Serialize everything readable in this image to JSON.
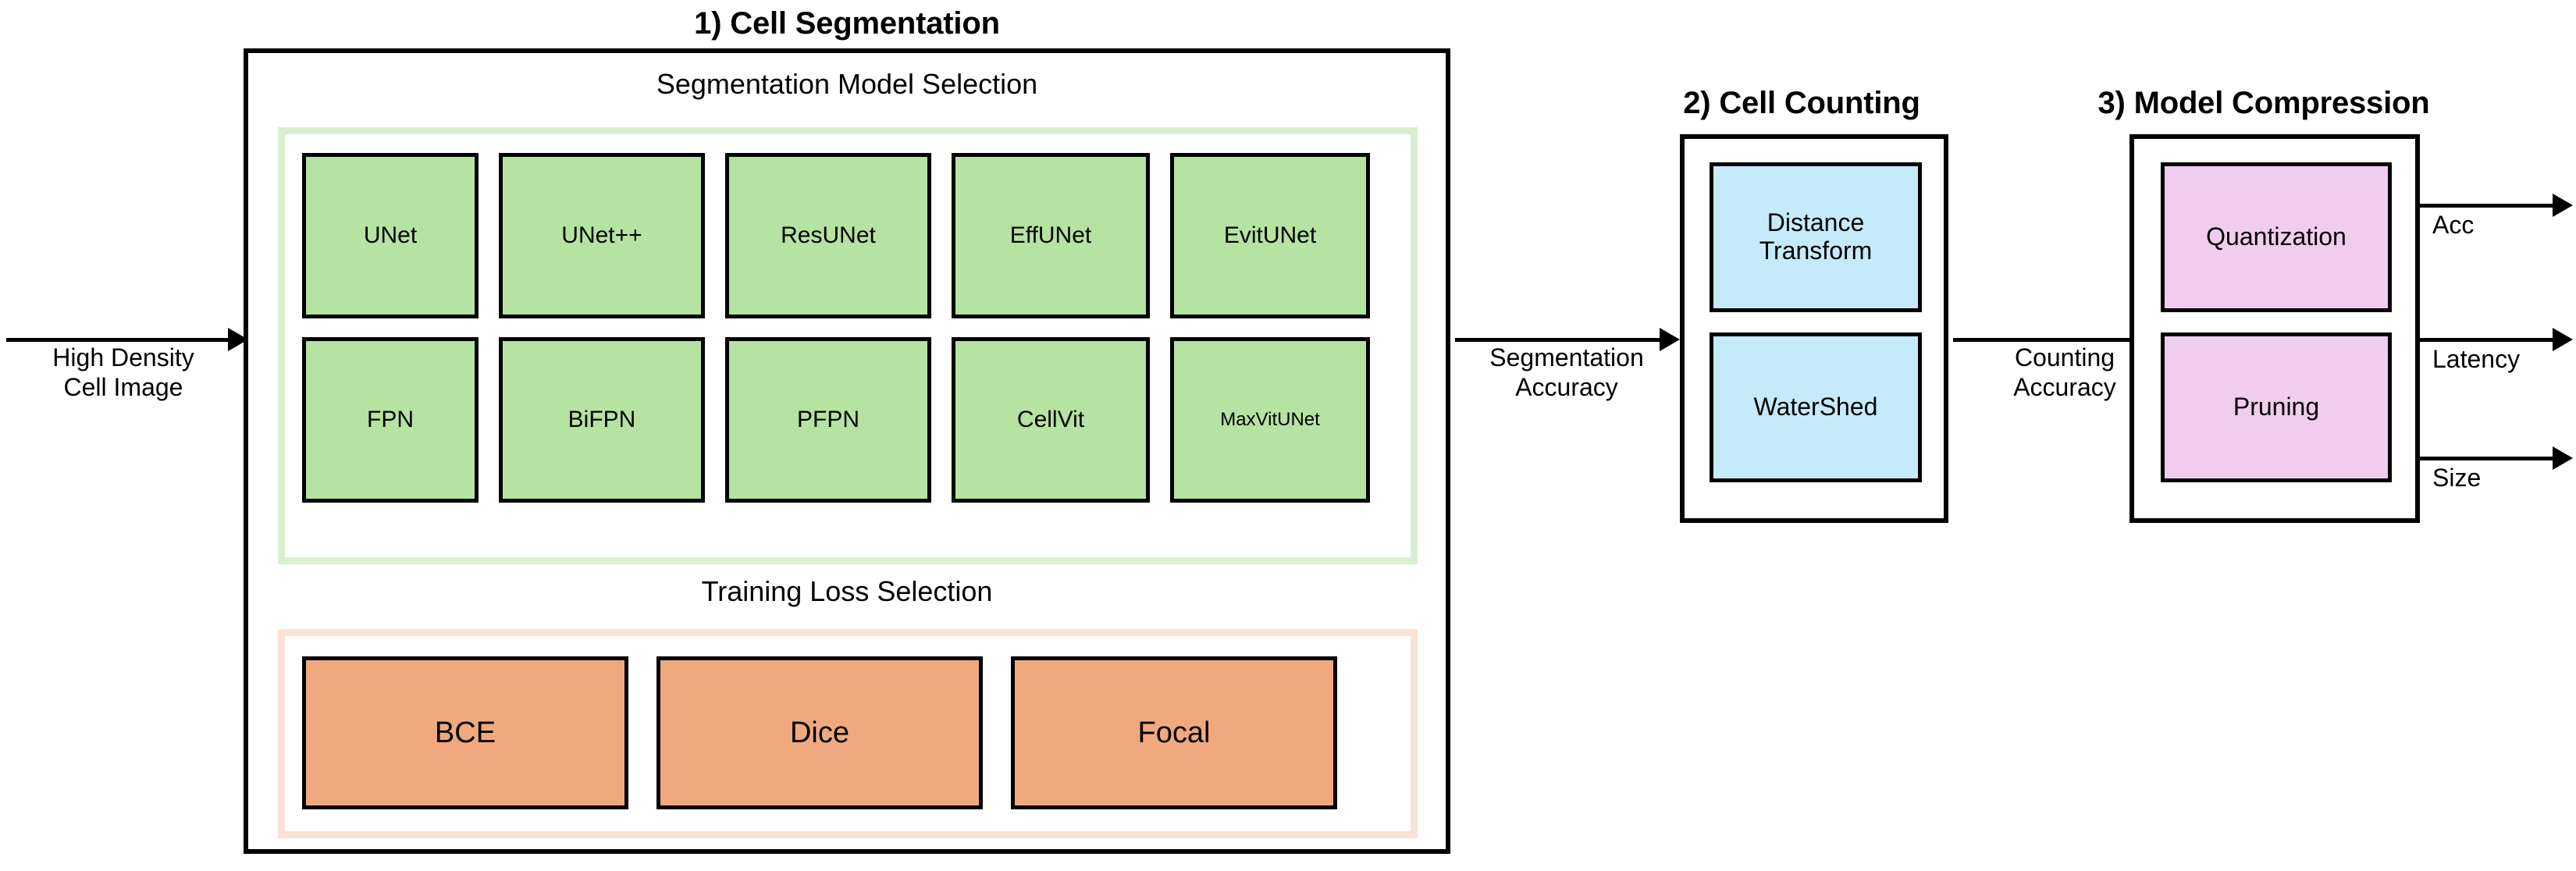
{
  "diagram": {
    "input": {
      "label": "High Density\nCell Image"
    },
    "stages": [
      {
        "title": "1) Cell Segmentation",
        "groups": [
          {
            "label": "Segmentation Model Selection",
            "color": "#b5e3a2",
            "rows": [
              [
                "UNet",
                "UNet++",
                "ResUNet",
                "EffUNet",
                "EvitUNet"
              ],
              [
                "FPN",
                "BiFPN",
                "PFPN",
                "CellVit",
                "MaxVitUNet"
              ]
            ]
          },
          {
            "label": "Training Loss Selection",
            "color": "#f0a97f",
            "rows": [
              [
                "BCE",
                "Dice",
                "Focal"
              ]
            ]
          }
        ]
      },
      {
        "title": "2) Cell Counting",
        "blocks": [
          "Distance\nTransform",
          "WaterShed"
        ],
        "color": "#c5ebfb"
      },
      {
        "title": "3) Model Compression",
        "blocks": [
          "Quantization",
          "Pruning"
        ],
        "color": "#f0cdee"
      }
    ],
    "edges": [
      {
        "label": "Segmentation\nAccuracy"
      },
      {
        "label": "Counting\nAccuracy"
      }
    ],
    "outputs": [
      "Acc",
      "Latency",
      "Size"
    ],
    "palette": {
      "green_block": "#b5e3a2",
      "green_group_border": "#d9f0ce",
      "orange_block": "#f0a97f",
      "orange_group_border": "#fbe2d6",
      "blue_block": "#c5ebfb",
      "pink_block": "#f0cdee",
      "stroke": "#000000",
      "background": "#ffffff"
    }
  }
}
